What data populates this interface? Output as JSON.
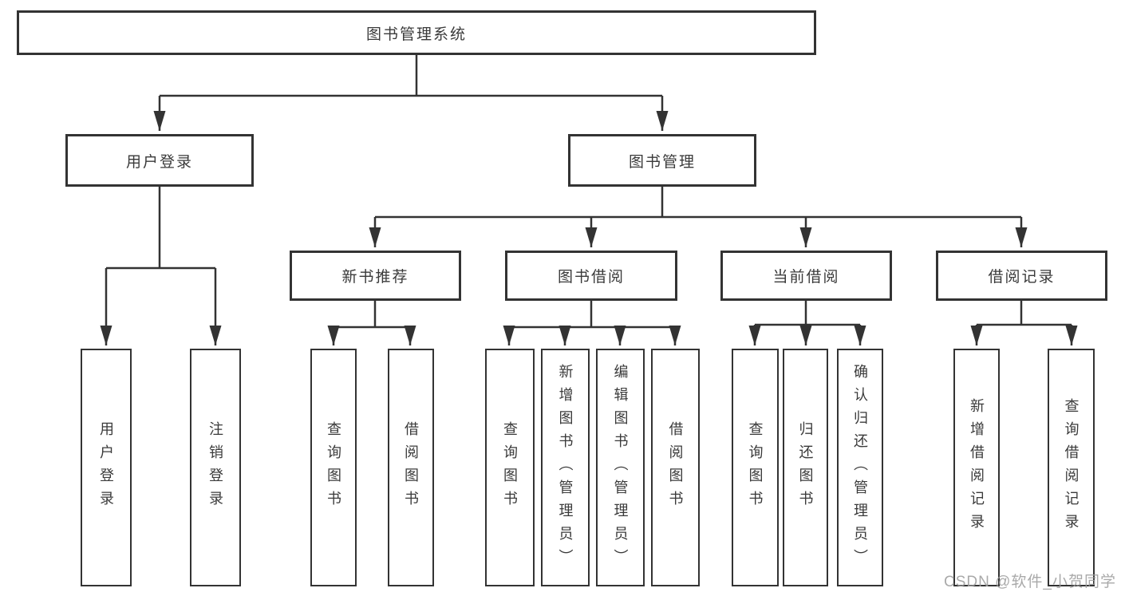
{
  "diagram_type": "hierarchy-tree",
  "tree": {
    "label": "图书管理系统",
    "children": [
      {
        "label": "用户登录",
        "children": [
          {
            "label": "用户登录"
          },
          {
            "label": "注销登录"
          }
        ]
      },
      {
        "label": "图书管理",
        "children": [
          {
            "label": "新书推荐",
            "children": [
              {
                "label": "查询图书"
              },
              {
                "label": "借阅图书"
              }
            ]
          },
          {
            "label": "图书借阅",
            "children": [
              {
                "label": "查询图书"
              },
              {
                "label": "新增图书（管理员）"
              },
              {
                "label": "编辑图书（管理员）"
              },
              {
                "label": "借阅图书"
              }
            ]
          },
          {
            "label": "当前借阅",
            "children": [
              {
                "label": "查询图书"
              },
              {
                "label": "归还图书"
              },
              {
                "label": "确认归还（管理员）"
              }
            ]
          },
          {
            "label": "借阅记录",
            "children": [
              {
                "label": "新增借阅记录"
              },
              {
                "label": "查询借阅记录"
              }
            ]
          }
        ]
      }
    ]
  },
  "watermark": "CSDN @软件_小贺同学",
  "colors": {
    "line": "#333333",
    "box_border": "#333333",
    "box_background": "#ffffff",
    "text": "#3a3a3a",
    "watermark": "#9e9e9e"
  }
}
